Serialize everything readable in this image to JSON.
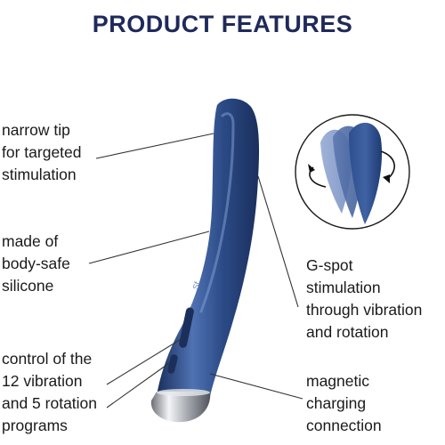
{
  "title": "PRODUCT FEATURES",
  "features": [
    {
      "lines": [
        "narrow tip",
        "for targeted",
        "stimulation"
      ]
    },
    {
      "lines": [
        "made of",
        "body-safe",
        "silicone"
      ]
    },
    {
      "lines": [
        "control of the",
        "12 vibration",
        "and 5 rotation",
        "programs"
      ]
    },
    {
      "lines": [
        "G-spot",
        "stimulation",
        "through vibration",
        "and rotation"
      ]
    },
    {
      "lines": [
        "magnetic",
        "charging",
        "connection"
      ]
    }
  ],
  "colors": {
    "title": "#1f2a5a",
    "product_body": "#2b4a86",
    "product_highlight": "#4f72b2",
    "product_shadow": "#1a2f5c",
    "chrome": "#c8ccd2"
  },
  "icons": {
    "rotation_inset": "rotating-tip-icon"
  }
}
